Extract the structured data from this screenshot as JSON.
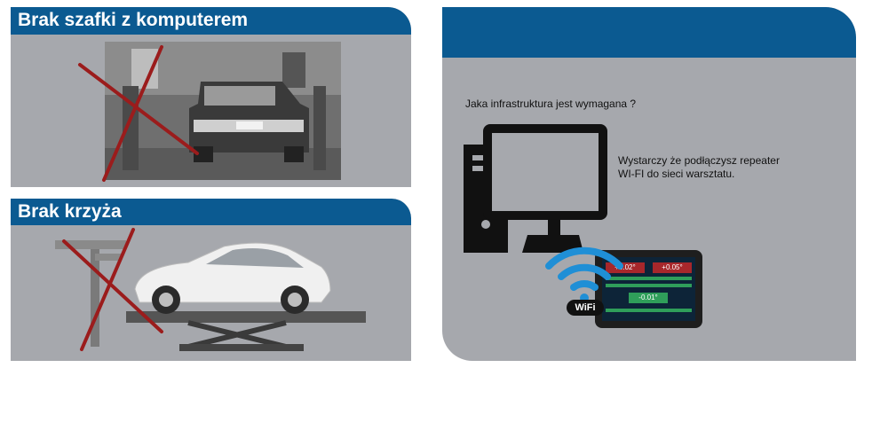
{
  "panel_top_left": {
    "title": "Brak szafki z komputerem"
  },
  "panel_bottom_left": {
    "title": "Brak krzyża"
  },
  "panel_right": {
    "question": "Jaka infrastruktura jest wymagana ?",
    "answer_line1": "Wystarczy że podłączysz repeater",
    "answer_line2": "WI-FI do sieci warsztatu.",
    "wifi_badge": "WiFi",
    "tablet_readings": [
      "+0.02°",
      "+0.05°",
      "-0.01°"
    ]
  },
  "colors": {
    "header_blue": "#0b5a91",
    "panel_gray": "#a6a8ad",
    "cross_red": "#9b1c1c"
  }
}
